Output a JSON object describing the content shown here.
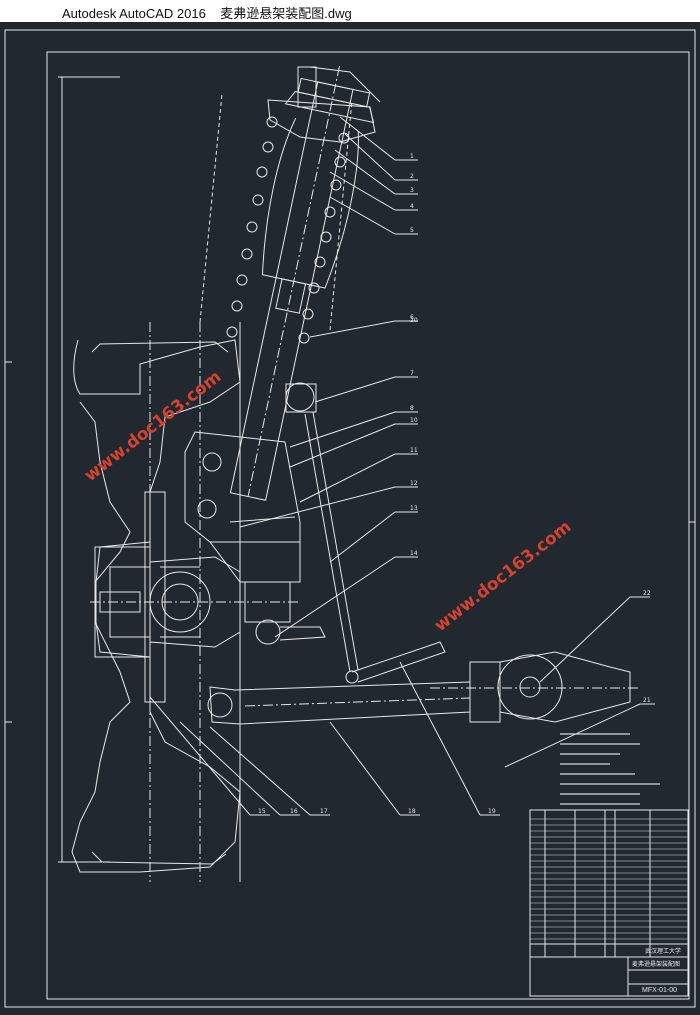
{
  "window": {
    "app_name": "Autodesk AutoCAD 2016",
    "file_name": "麦弗逊悬架装配图.dwg"
  },
  "watermarks": [
    "www.doc163.com",
    "www.doc163.com"
  ],
  "balloons": [
    "1",
    "2",
    "3",
    "4",
    "5",
    "6",
    "7",
    "8",
    "10",
    "11",
    "12",
    "13",
    "14",
    "15",
    "16",
    "17",
    "18",
    "19",
    "20",
    "21",
    "22"
  ],
  "title_block": {
    "school": "武汉理工大学",
    "drawing_name": "麦弗逊悬架装配图",
    "drawing_number": "MFX-01-00"
  },
  "colors": {
    "background": "#212830",
    "linework": "#e8e8e8",
    "watermark": "#d4432f"
  }
}
